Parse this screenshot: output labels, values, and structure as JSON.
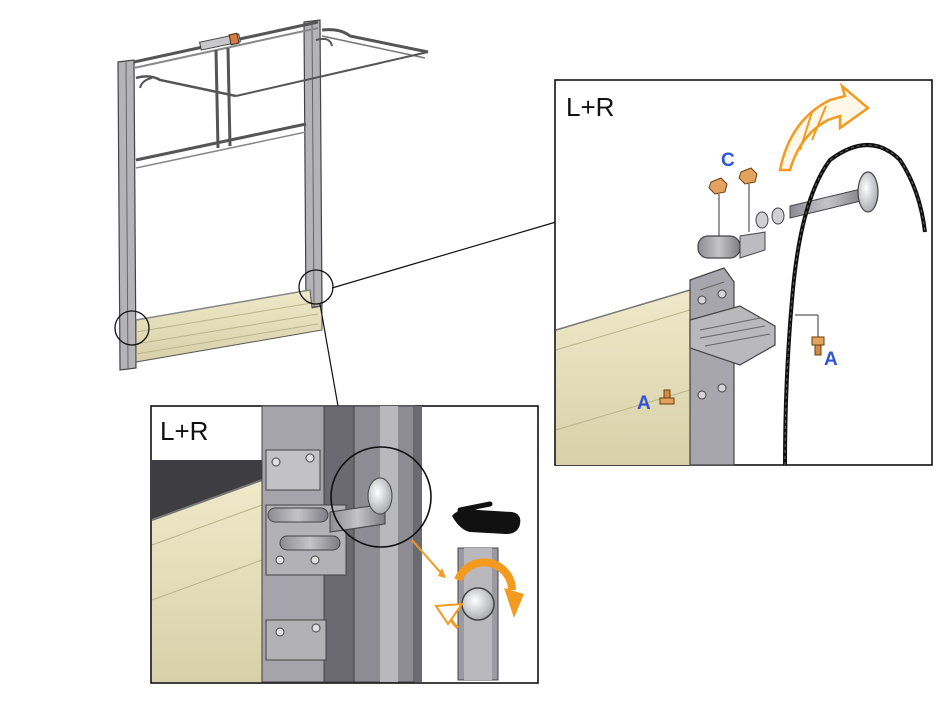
{
  "panels": {
    "top_right": {
      "label": "L+R"
    },
    "bottom_left": {
      "label": "L+R"
    }
  },
  "callouts": {
    "c_label": "C",
    "a_right": "A",
    "a_left": "A"
  },
  "colors": {
    "callout_blue": "#2f55d4",
    "orange_arrow": "#f39a1f",
    "panel_beige": "#e4deba",
    "metal": "#9a9aa0",
    "metal_dark": "#6e6e74"
  },
  "icons": [
    "hand-icon",
    "rotate-arrow-icon",
    "feed-cable-arrow-icon"
  ]
}
